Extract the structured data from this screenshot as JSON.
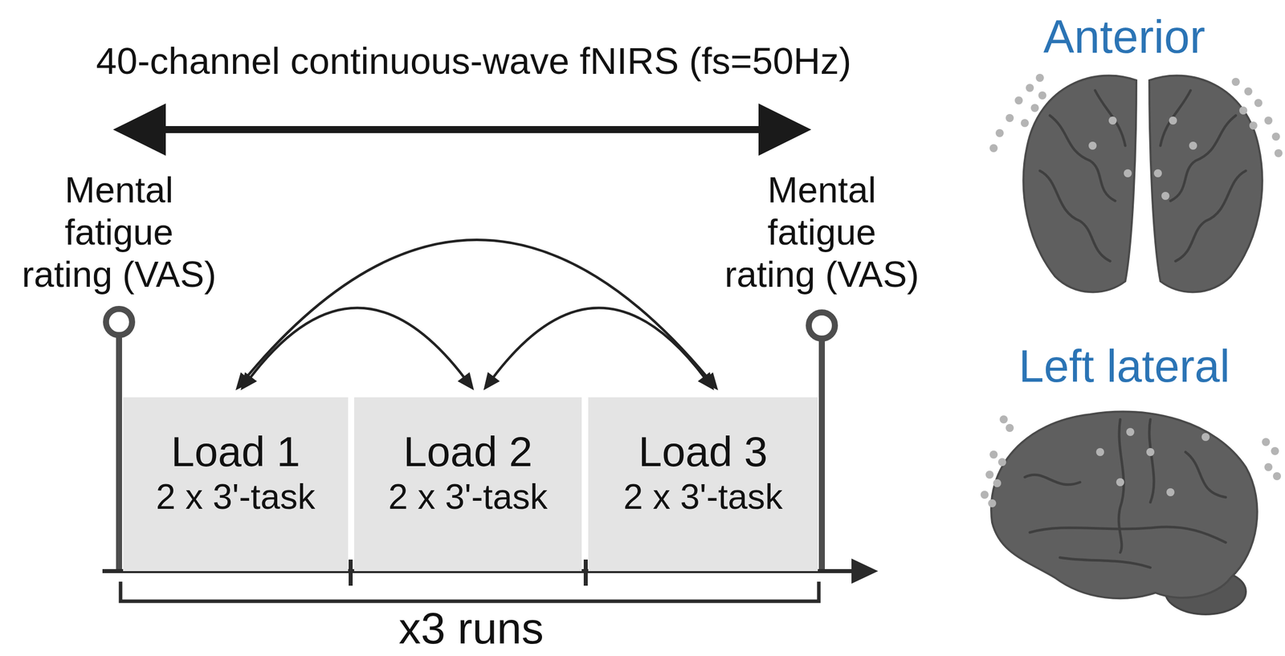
{
  "diagram": {
    "title": "40-channel continuous-wave fNIRS (fs=50Hz)",
    "nodes": [
      {
        "text": [
          "Load 1",
          "2 x 3'-task"
        ]
      },
      {
        "text": [
          "Load 2",
          "2 x 3'-task"
        ]
      },
      {
        "text": [
          "Load 3",
          "2 x 3'-task"
        ]
      }
    ],
    "edges": [
      {
        "from": 0,
        "to": 2,
        "arrow": "both"
      },
      {
        "from": 0,
        "to": 1,
        "arrow": "both"
      },
      {
        "from": 1,
        "to": 2,
        "arrow": "both"
      }
    ],
    "labels": [
      "Mental fatigue rating (VAS)",
      "Mental fatigue rating (VAS)",
      "x3 runs",
      "Anterior",
      "Left lateral"
    ]
  }
}
